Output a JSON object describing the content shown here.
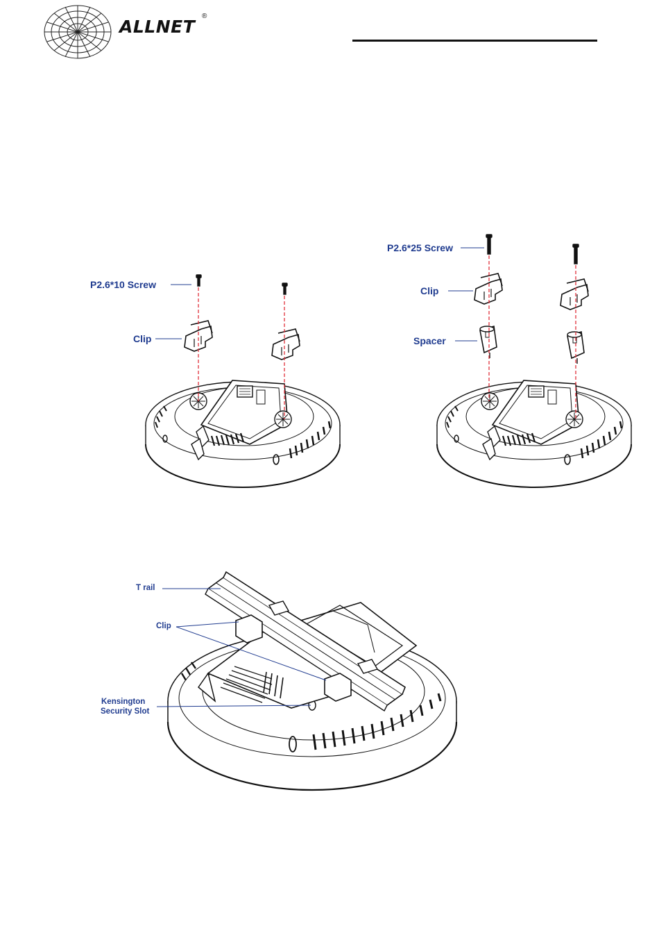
{
  "header": {
    "brand": "ALLNET",
    "registered_mark": "®"
  },
  "figure1": {
    "screw_label": "P2.6*10 Screw",
    "clip_label": "Clip"
  },
  "figure2": {
    "screw_label": "P2.6*25 Screw",
    "clip_label": "Clip",
    "spacer_label": "Spacer"
  },
  "figure3": {
    "trail_label": "T rail",
    "clip_label": "Clip",
    "kensington_label_line1": "Kensington",
    "kensington_label_line2": "Security Slot"
  },
  "colors": {
    "label_text": "#1f3b8f",
    "guide_line": "#e0303a",
    "drawing_stroke": "#111111"
  }
}
